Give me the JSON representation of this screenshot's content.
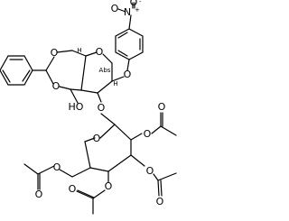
{
  "atoms": {
    "nitro_n": "N",
    "nitro_plus": "+",
    "nitro_o_top": "O",
    "nitro_o_minus": "-",
    "nitro_o_left": "O",
    "phenoxy_o": "O",
    "ring_o_upper": "O",
    "anomeric_o": "O",
    "acetal_o_top": "O",
    "acetal_o_bottom": "O",
    "hydroxyl": "HO",
    "ring_o_lower": "O",
    "ac2_o_link": "O",
    "ac2_o_carbonyl": "O",
    "ac3_o_link": "O",
    "ac3_o_carbonyl": "O",
    "ac4_o_link": "O",
    "ac4_o_carbonyl": "O",
    "ac6_o_link": "O",
    "ac6_o_carbonyl": "O"
  },
  "stereo": {
    "h_top": "H",
    "h_mid": "H",
    "abs_label": "Abs"
  }
}
